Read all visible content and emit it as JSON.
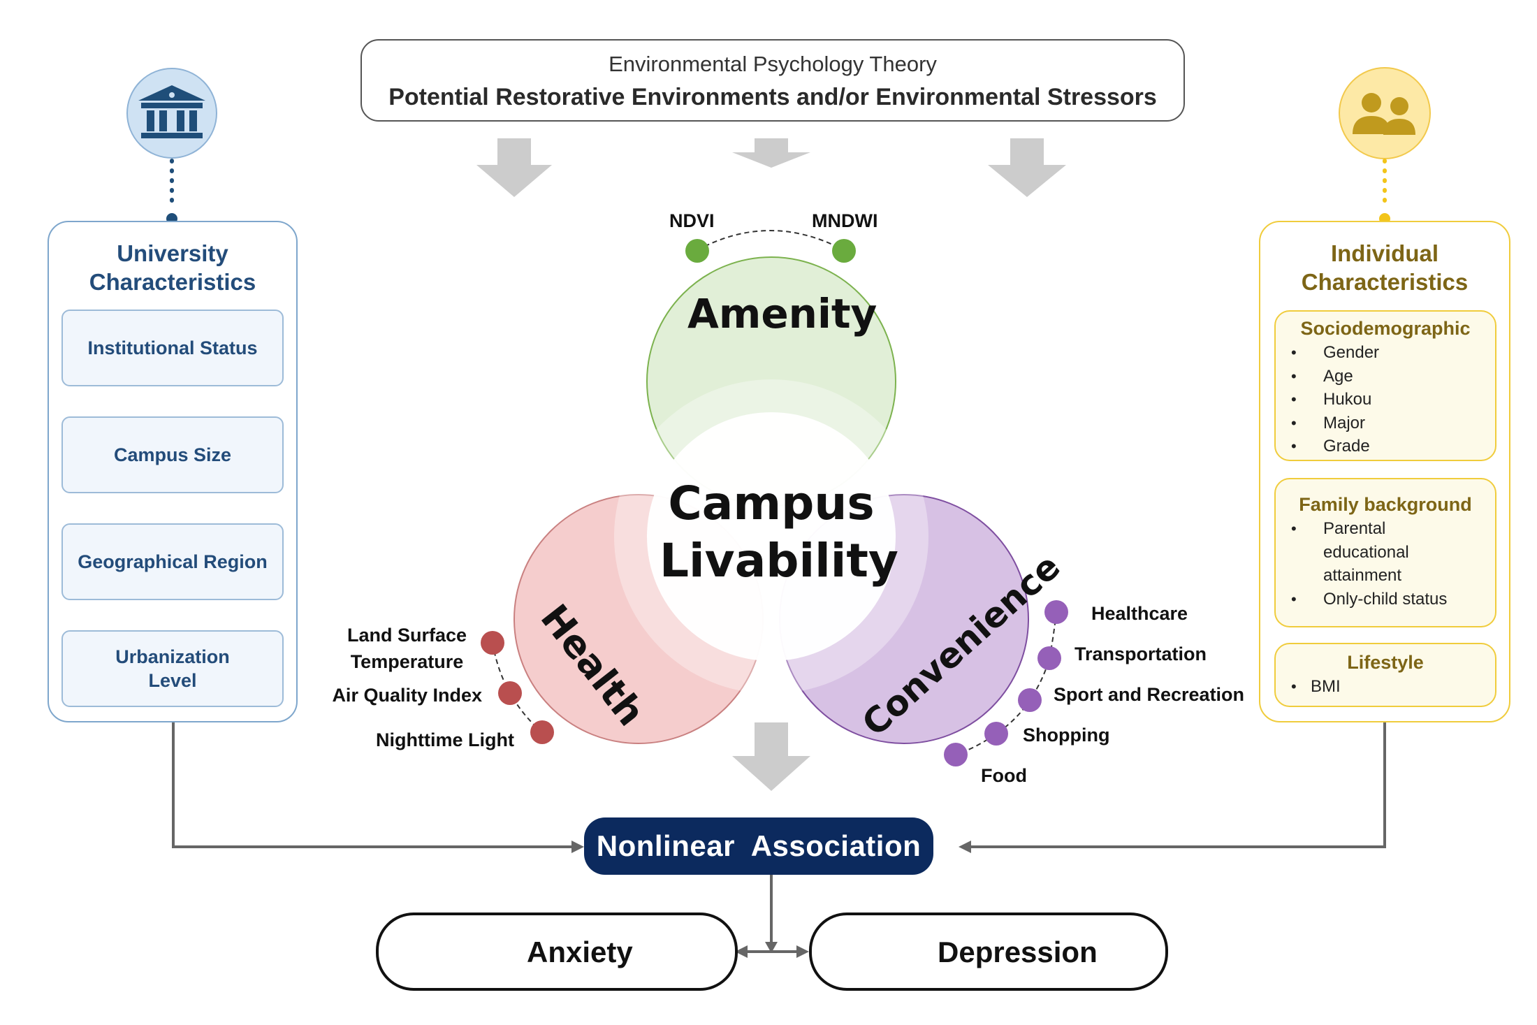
{
  "theory": {
    "subtitle": "Environmental Psychology Theory",
    "title": "Potential Restorative Environments and/or Environmental Stressors"
  },
  "university": {
    "title_line1": "University",
    "title_line2": "Characteristics",
    "items": [
      "Institutional Status",
      "Campus Size",
      "Geographical Region",
      "Urbanization\nLevel"
    ]
  },
  "individual": {
    "title_line1": "Individual",
    "title_line2": "Characteristics",
    "groups": [
      {
        "title": "Sociodemographic",
        "items": [
          "Gender",
          "Age",
          "Hukou",
          "Major",
          "Grade"
        ]
      },
      {
        "title": "Family background",
        "items": [
          "Parental\neducational\nattainment",
          "Only-child status"
        ]
      },
      {
        "title": "Lifestyle",
        "items": [
          "BMI"
        ]
      }
    ]
  },
  "center": {
    "line1": "Campus",
    "line2": "Livability"
  },
  "dimensions": {
    "amenity": {
      "label": "Amenity",
      "indicators": [
        "NDVI",
        "MNDWI"
      ]
    },
    "health": {
      "label": "Health",
      "indicators": [
        "Land Surface\nTemperature",
        "Air Quality Index",
        "Nighttime Light"
      ]
    },
    "convenience": {
      "label": "Convenience",
      "indicators": [
        "Healthcare",
        "Transportation",
        "Sport and Recreation",
        "Shopping",
        "Food"
      ]
    }
  },
  "association": "Nonlinear  Association",
  "outcomes": {
    "anxiety": "Anxiety",
    "depression": "Depression"
  },
  "colors": {
    "university": "#234c7a",
    "individual": "#f0c419",
    "amenity": "#6aab3e",
    "health": "#b94f4f",
    "convenience": "#9560b8",
    "association": "#0c2a5e",
    "arrow": "#cccccc"
  }
}
